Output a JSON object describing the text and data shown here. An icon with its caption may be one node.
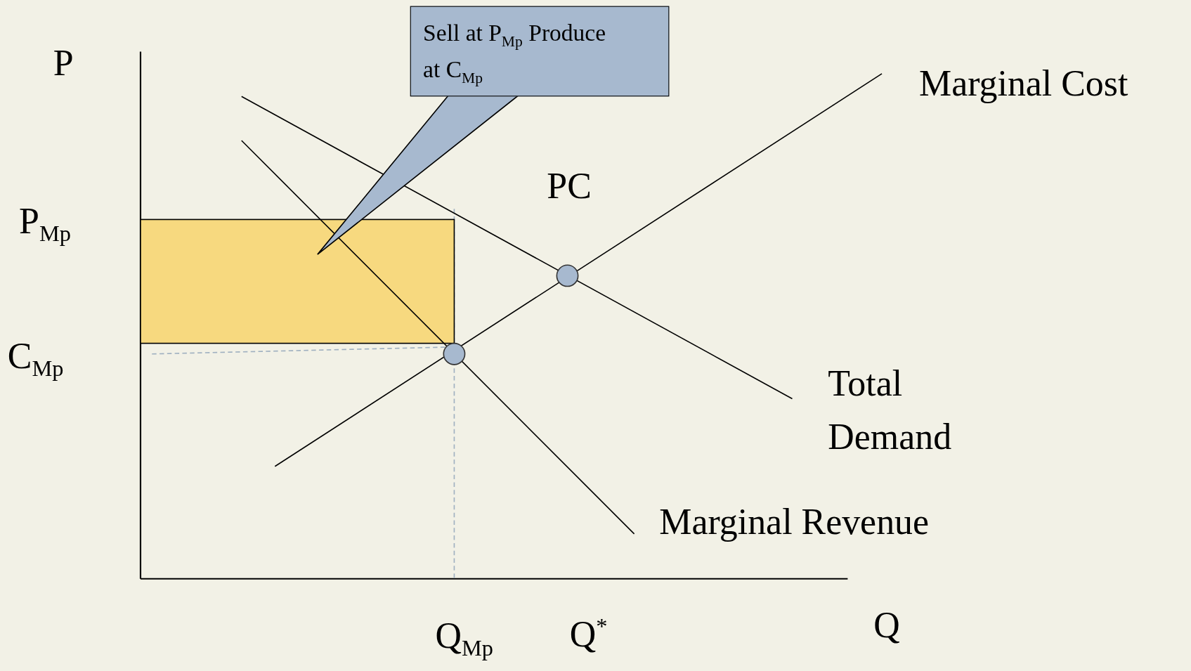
{
  "diagram": {
    "nodes": [
      {
        "text": [
          "Sell at P$_{Mp}$ Produce at C$_{Mp}$"
        ]
      },
      {
        "text": [],
        "shape": "box"
      }
    ],
    "edges": [
      {
        "from": 0,
        "to": 1,
        "arrow": "none"
      }
    ],
    "labels": [
      "P",
      "Marginal Cost",
      "PC",
      "P$_{Mp}$",
      "C$_{Mp}$",
      "Total Demand",
      "Marginal Revenue",
      "Q",
      "Q$_{Mp}$",
      "Q$^{*}$"
    ]
  }
}
